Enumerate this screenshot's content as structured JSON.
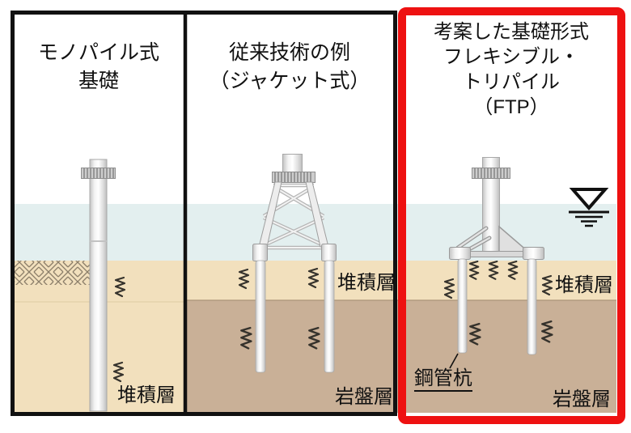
{
  "figure": {
    "description": "Comparison diagram of offshore wind turbine foundation types",
    "panels": [
      {
        "id": "monopile",
        "title_lines": [
          "モノパイル式",
          "基礎"
        ],
        "sediment_label": "堆積層"
      },
      {
        "id": "jacket",
        "title_lines": [
          "従来技術の例",
          "（ジャケット式）"
        ],
        "sediment_label": "堆積層",
        "bedrock_label": "岩盤層"
      },
      {
        "id": "ftp",
        "title_lines": [
          "考案した基礎形式",
          "フレキシブル・",
          "トリパイル",
          "（FTP）"
        ],
        "sediment_label": "堆積層",
        "bedrock_label": "岩盤層",
        "pile_label": "鋼管杭",
        "highlighted": true
      }
    ],
    "colors": {
      "water": "#e3efef",
      "sediment": "#f2e0bd",
      "bedrock": "#c9b097",
      "highlight": "#ee1111",
      "frame": "#111111"
    }
  }
}
